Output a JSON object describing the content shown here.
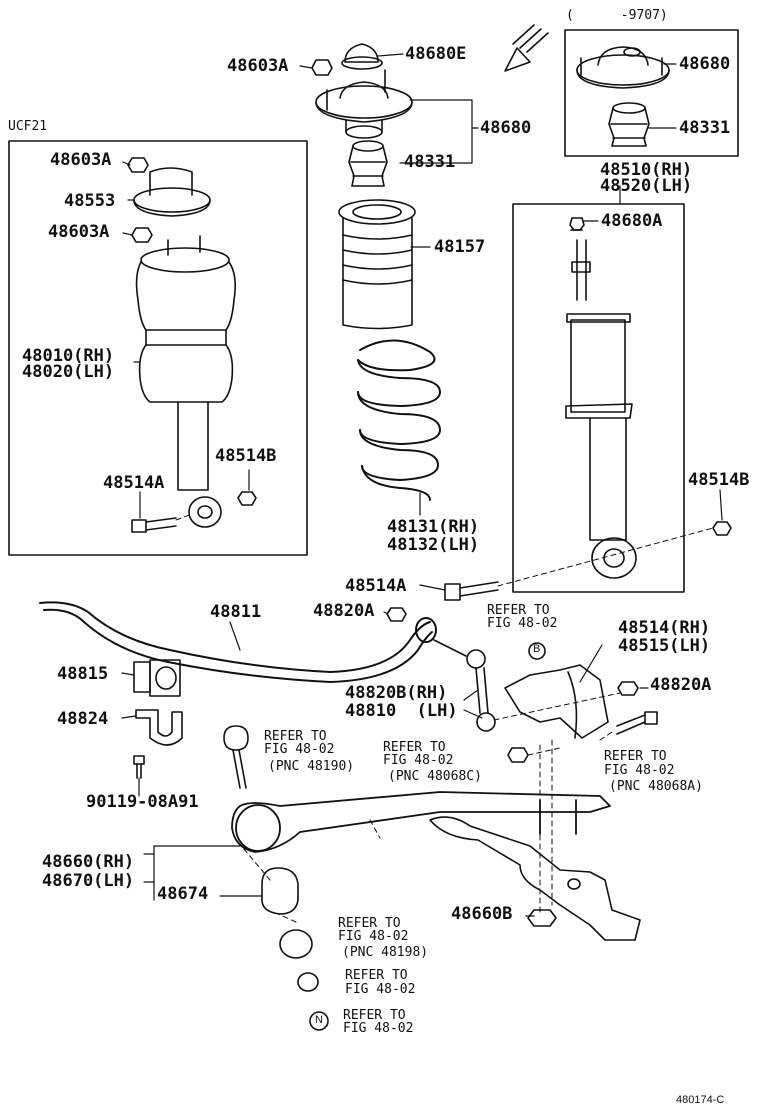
{
  "header": {
    "date_note": "(      -9707)"
  },
  "boxes": {
    "left_title": "UCF21"
  },
  "labels": {
    "l48603A_top": "48603A",
    "l48680E": "48680E",
    "l48680_box": "48680",
    "l48331_box": "48331",
    "l48680_mid": "48680",
    "l48331_mid": "48331",
    "l48510": "48510(RH)",
    "l48520": "48520(LH)",
    "l48157": "48157",
    "l48680A": "48680A",
    "l48603A_1": "48603A",
    "l48553": "48553",
    "l48603A_2": "48603A",
    "l48010": "48010(RH)",
    "l48020": "48020(LH)",
    "l48514B_left": "48514B",
    "l48514A_left": "48514A",
    "l48514B_right": "48514B",
    "l48131": "48131(RH)",
    "l48132": "48132(LH)",
    "l48514A_mid": "48514A",
    "l48811": "48811",
    "l48820A_top": "48820A",
    "l48514": "48514(RH)",
    "l48515": "48515(LH)",
    "l48815": "48815",
    "l48820B": "48820B(RH)",
    "l48810": "48810  (LH)",
    "l48820A_right": "48820A",
    "l48824": "48824",
    "l90119": "90119-08A91",
    "l48660": "48660(RH)",
    "l48670": "48670(LH)",
    "l48674": "48674",
    "l48660B": "48660B",
    "footer": "480174-C"
  },
  "refs": {
    "refer_to": "REFER TO",
    "fig_4802": "FIG 48-02",
    "pnc_48190": "(PNC 48190)",
    "pnc_48068C": "(PNC 48068C)",
    "pnc_48068A": "(PNC 48068A)",
    "pnc_48198": "(PNC 48198)",
    "marker_b": "B",
    "marker_n": "N"
  }
}
